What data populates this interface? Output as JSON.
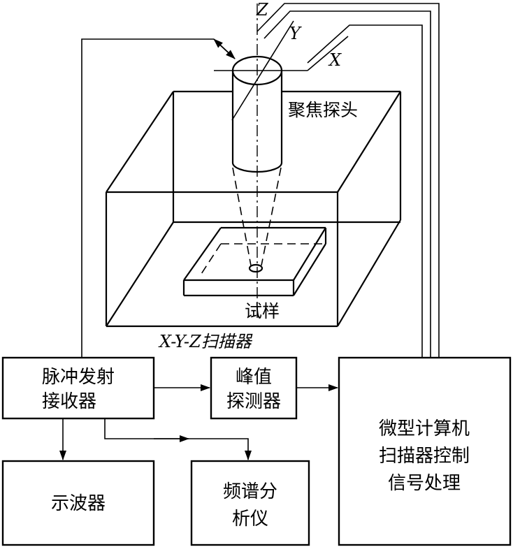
{
  "axes": {
    "z": "Z",
    "y": "Y",
    "x": "X"
  },
  "probe_label": "聚焦探头",
  "sample_label": "试样",
  "scanner_label": "X-Y-Z扫描器",
  "boxes": {
    "pulser": [
      "脉冲发射",
      "接收器"
    ],
    "peak": [
      "峰值",
      "探测器"
    ],
    "computer": [
      "微型计算机",
      "扫描器控制",
      "信号处理"
    ],
    "oscilloscope": [
      "示波器"
    ],
    "spectrum": [
      "频谱分",
      "析仪"
    ]
  }
}
